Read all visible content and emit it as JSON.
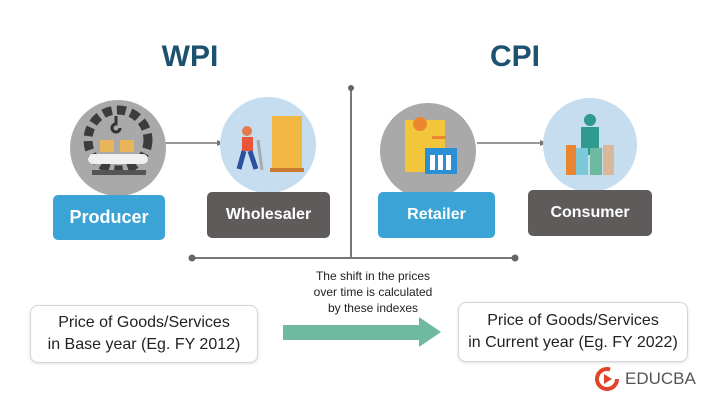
{
  "sections": {
    "left_title": "WPI",
    "right_title": "CPI"
  },
  "nodes": [
    {
      "label": "Producer",
      "icon": "factory-gear-icon"
    },
    {
      "label": "Wholesaler",
      "icon": "warehouse-worker-icon"
    },
    {
      "label": "Retailer",
      "icon": "retail-store-icon"
    },
    {
      "label": "Consumer",
      "icon": "shopper-bags-icon"
    }
  ],
  "base_price": {
    "line1": "Price of Goods/Services",
    "line2": "in Base year (Eg. FY 2012)"
  },
  "current_price": {
    "line1": "Price of Goods/Services",
    "line2": "in Current year (Eg. FY 2022)"
  },
  "explanation": {
    "line1": "The shift in the prices",
    "line2": "over time is calculated",
    "line3": "by these indexes"
  },
  "brand": {
    "name": "EDUCBA"
  },
  "colors": {
    "title": "#1d5170",
    "blue": "#3ba3d6",
    "grey": "#5f5b5b",
    "arrow": "#6fb9a0",
    "logo": "#e0452c"
  }
}
